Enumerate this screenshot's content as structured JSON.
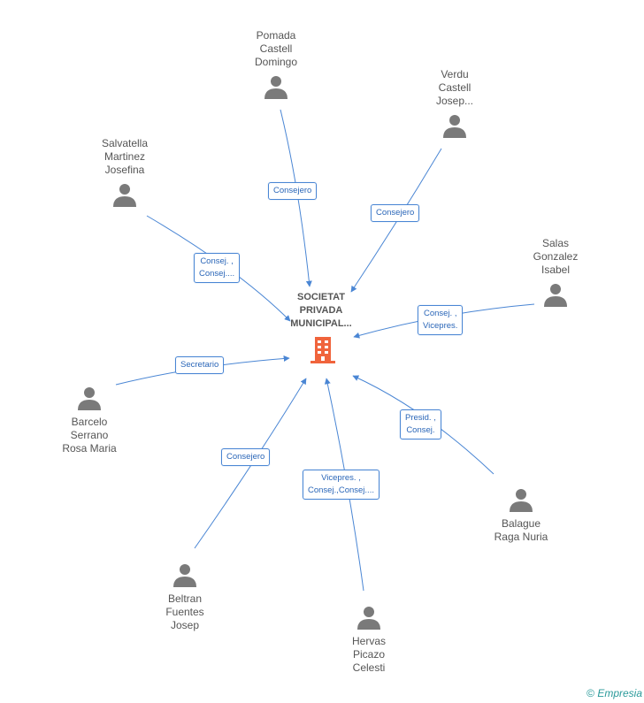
{
  "company": {
    "name_lines": [
      "SOCIETAT",
      "PRIVADA",
      "MUNICIPAL..."
    ],
    "icon": "building-icon",
    "color": "#f0643c"
  },
  "people": [
    {
      "id": "pomada",
      "name_lines": [
        "Pomada",
        "Castell",
        "Domingo"
      ],
      "icon": "person-icon"
    },
    {
      "id": "verdu",
      "name_lines": [
        "Verdu",
        "Castell",
        "Josep..."
      ],
      "icon": "person-icon"
    },
    {
      "id": "salvatella",
      "name_lines": [
        "Salvatella",
        "Martinez",
        "Josefina"
      ],
      "icon": "person-icon"
    },
    {
      "id": "salas",
      "name_lines": [
        "Salas",
        "Gonzalez",
        "Isabel"
      ],
      "icon": "person-icon"
    },
    {
      "id": "barcelo",
      "name_lines": [
        "Barcelo",
        "Serrano",
        "Rosa Maria"
      ],
      "icon": "person-icon"
    },
    {
      "id": "balague",
      "name_lines": [
        "Balague",
        "Raga Nuria"
      ],
      "icon": "person-icon"
    },
    {
      "id": "beltran",
      "name_lines": [
        "Beltran",
        "Fuentes",
        "Josep"
      ],
      "icon": "person-icon"
    },
    {
      "id": "hervas",
      "name_lines": [
        "Hervas",
        "Picazo",
        "Celesti"
      ],
      "icon": "person-icon"
    }
  ],
  "relations": [
    {
      "from": "pomada",
      "label_lines": [
        "Consejero"
      ]
    },
    {
      "from": "verdu",
      "label_lines": [
        "Consejero"
      ]
    },
    {
      "from": "salvatella",
      "label_lines": [
        "Consej. ,",
        "Consej...."
      ]
    },
    {
      "from": "salas",
      "label_lines": [
        "Consej. ,",
        "Vicepres."
      ]
    },
    {
      "from": "barcelo",
      "label_lines": [
        "Secretario"
      ]
    },
    {
      "from": "balague",
      "label_lines": [
        "Presid. ,",
        "Consej."
      ]
    },
    {
      "from": "beltran",
      "label_lines": [
        "Consejero"
      ]
    },
    {
      "from": "hervas",
      "label_lines": [
        "Vicepres. ,",
        "Consej.,Consej...."
      ]
    }
  ],
  "colors": {
    "edge": "#4a86d4",
    "person_icon": "#7a7a7a",
    "text": "#555555",
    "brand": "#2a9a9a"
  },
  "footer": {
    "copyright": "©",
    "brand": "Empresia"
  }
}
